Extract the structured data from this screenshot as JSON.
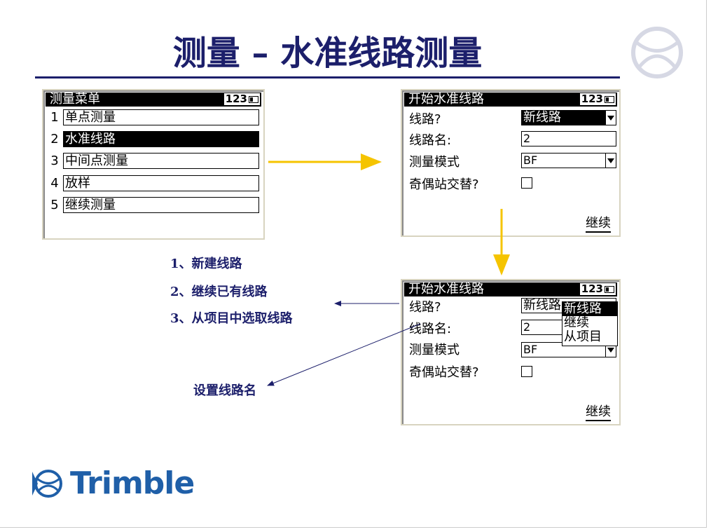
{
  "title": "测量 – 水准线路测量",
  "menu_screen": {
    "title": "测量菜单",
    "badge": "123",
    "items": [
      {
        "n": "1",
        "label": "单点测量"
      },
      {
        "n": "2",
        "label": "水准线路",
        "selected": true
      },
      {
        "n": "3",
        "label": "中间点测量"
      },
      {
        "n": "4",
        "label": "放样"
      },
      {
        "n": "5",
        "label": "继续测量"
      }
    ]
  },
  "route_screen": {
    "title": "开始水准线路",
    "badge": "123",
    "route_label": "线路?",
    "route_value": "新线路",
    "name_label": "线路名:",
    "name_value": "2",
    "mode_label": "测量模式",
    "mode_value": "BF",
    "alt_label": "奇偶站交替?",
    "continue": "继续"
  },
  "route_screen2": {
    "title": "开始水准线路",
    "badge": "123",
    "route_label": "线路?",
    "route_value": "新线路",
    "name_label": "线路名:",
    "name_value": "2",
    "mode_label": "测量模式",
    "mode_value": "BF",
    "alt_label": "奇偶站交替?",
    "continue": "继续",
    "options": [
      "新线路",
      "继续",
      "从项目"
    ]
  },
  "notes": {
    "n1": "1、新建线路",
    "n2": "2、继续已有线路",
    "n3": "3、从项目中选取线路",
    "n4": "设置线路名"
  },
  "logo": "Trimble",
  "colors": {
    "title": "#1c1f6b",
    "arrow_yellow": "#f5c400",
    "brand": "#1f5fa8"
  }
}
